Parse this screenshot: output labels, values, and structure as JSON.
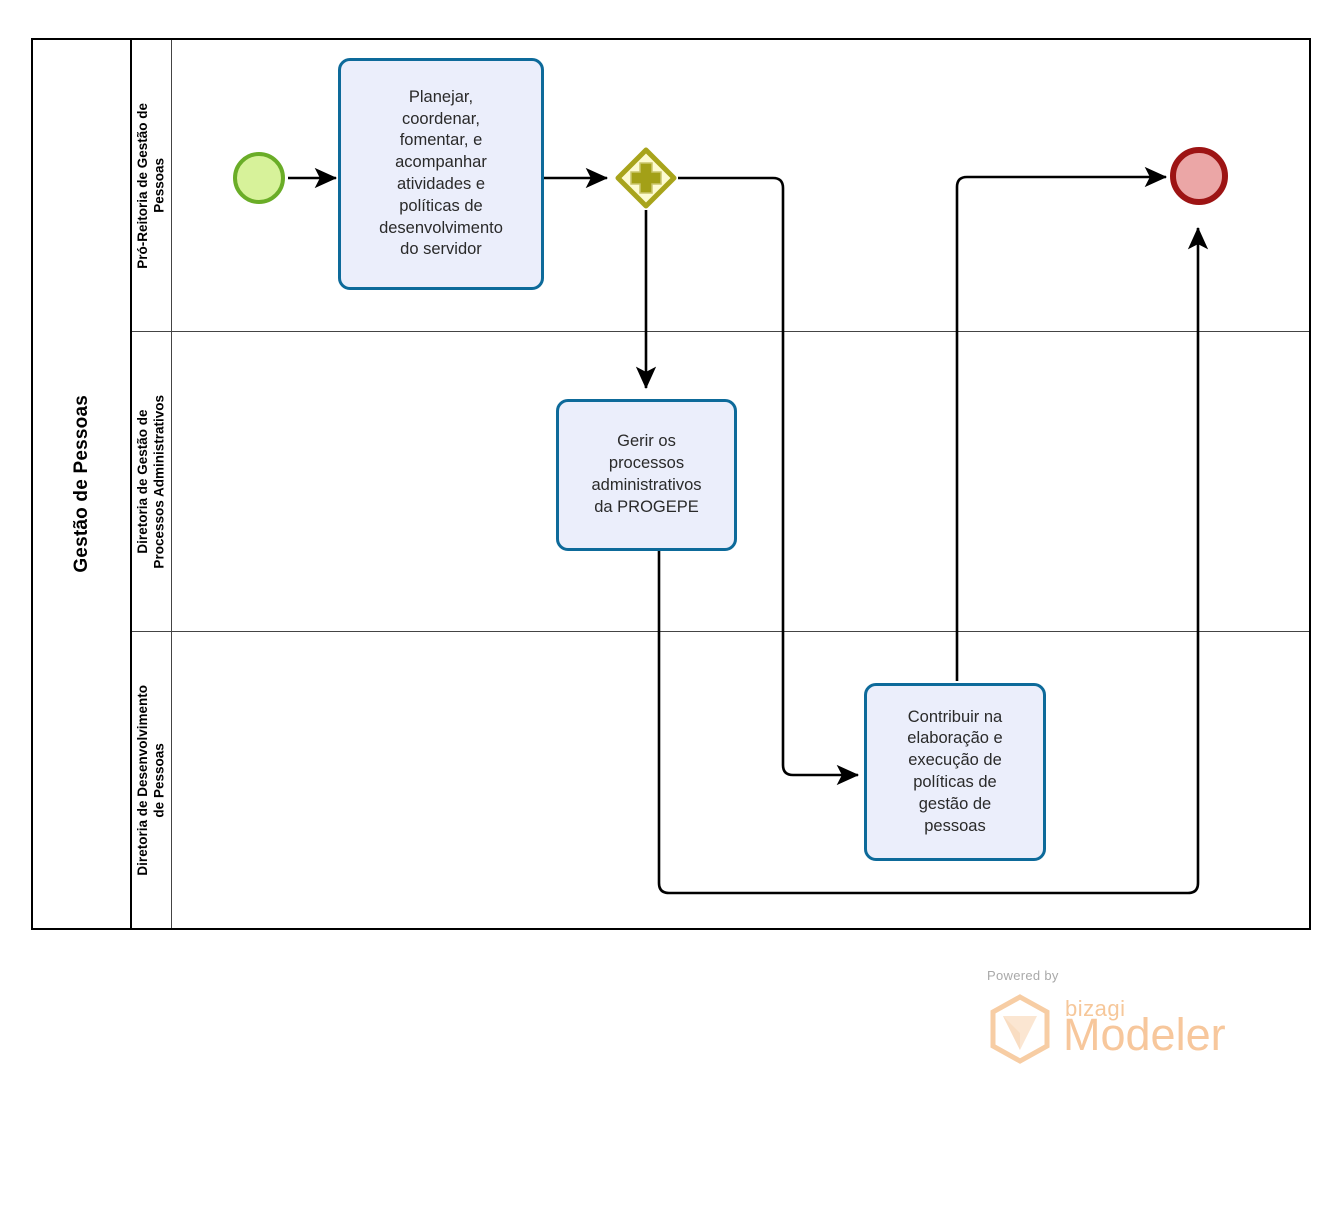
{
  "diagram": {
    "type": "bpmn-process-diagram",
    "pool": {
      "name": "Gestão de Pessoas"
    },
    "lanes": [
      {
        "id": "lane-pro-reitoria",
        "name": "Pró-Reitoria de Gestão de\nPessoas"
      },
      {
        "id": "lane-gestao-processos",
        "name": "Diretoria de Gestão de\nProcessos Administrativos"
      },
      {
        "id": "lane-desenvolvimento",
        "name": "Diretoria de Desenvolvimento\nde Pessoas"
      }
    ],
    "nodes": [
      {
        "id": "start-event",
        "kind": "start-event",
        "lane": "lane-pro-reitoria",
        "label": "",
        "colors": {
          "fill": "#d7f29a",
          "stroke": "#6aad27"
        }
      },
      {
        "id": "task-planejar",
        "kind": "task",
        "lane": "lane-pro-reitoria",
        "label": "Planejar,\ncoordenar,\nfomentar, e\nacompanhar\natividades e\npolíticas de\ndesenvolvimento\ndo servidor",
        "colors": {
          "fill": "#ebeefb",
          "stroke": "#0d6a9a"
        }
      },
      {
        "id": "gateway-parallel",
        "kind": "parallel-gateway",
        "lane": "lane-pro-reitoria",
        "label": "",
        "marker": "plus",
        "colors": {
          "fill": "#fdfbd0",
          "stroke": "#a8a41b",
          "marker": "#a3a017"
        }
      },
      {
        "id": "task-gerir",
        "kind": "task",
        "lane": "lane-gestao-processos",
        "label": "Gerir os\nprocessos\nadministrativos\nda PROGEPE",
        "colors": {
          "fill": "#ebeefb",
          "stroke": "#0d6a9a"
        }
      },
      {
        "id": "task-contribuir",
        "kind": "task",
        "lane": "lane-desenvolvimento",
        "label": "Contribuir na\nelaboração e\nexecução de\npolíticas de\ngestão de\npessoas",
        "colors": {
          "fill": "#ebeefb",
          "stroke": "#0d6a9a"
        }
      },
      {
        "id": "end-event",
        "kind": "end-event",
        "lane": "lane-pro-reitoria",
        "label": "",
        "colors": {
          "fill": "#eba6a6",
          "stroke": "#9d1414"
        }
      }
    ],
    "flows": [
      {
        "id": "flow-start-to-planejar",
        "from": "start-event",
        "to": "task-planejar",
        "label": ""
      },
      {
        "id": "flow-planejar-to-gateway",
        "from": "task-planejar",
        "to": "gateway-parallel",
        "label": ""
      },
      {
        "id": "flow-gateway-to-gerir",
        "from": "gateway-parallel",
        "to": "task-gerir",
        "label": ""
      },
      {
        "id": "flow-gateway-to-contribuir",
        "from": "gateway-parallel",
        "to": "task-contribuir",
        "label": ""
      },
      {
        "id": "flow-contribuir-to-end",
        "from": "task-contribuir",
        "to": "end-event",
        "label": ""
      },
      {
        "id": "flow-gerir-to-end",
        "from": "task-gerir",
        "to": "end-event",
        "label": ""
      }
    ]
  },
  "watermark": {
    "powered_by": "Powered by",
    "brand_small": "bizagi",
    "brand_large": "Modeler",
    "colors": {
      "text": "#a9a9a9",
      "brand": "#f7c79c"
    }
  }
}
